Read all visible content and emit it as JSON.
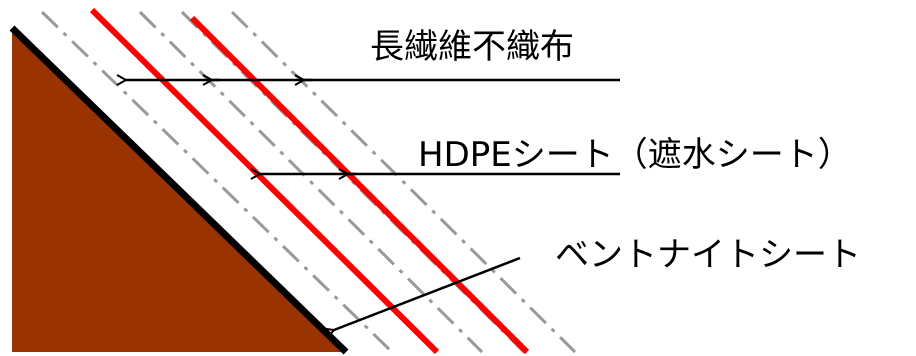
{
  "labels": {
    "fabric": "長繊維不織布",
    "hdpe": "HDPEシート（遮水シート）",
    "bentonite": "ベントナイトシート"
  },
  "colors": {
    "soil": "#993300",
    "slope_edge": "#000000",
    "hdpe_line": "#ff0000",
    "fabric_line": "#999999",
    "arrow": "#000000"
  }
}
